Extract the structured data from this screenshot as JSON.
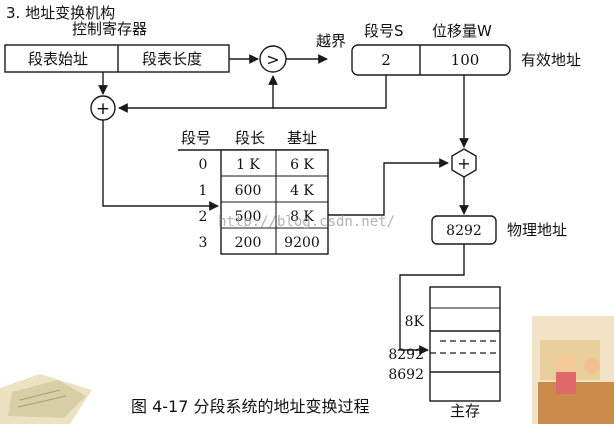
{
  "header": {
    "section_title": "3. 地址变换机构",
    "control_register": "控制寄存器"
  },
  "register": {
    "seg_table_start": "段表始址",
    "seg_table_length": "段表长度"
  },
  "comparator": {
    "symbol": ">"
  },
  "adder": {
    "symbol": "+"
  },
  "overflow_label": "越界",
  "logical_address": {
    "seg_header": "段号S",
    "offset_header": "位移量W",
    "seg_value": "2",
    "offset_value": "100",
    "label": "有效地址"
  },
  "segment_table": {
    "headers": [
      "段号",
      "段长",
      "基址"
    ],
    "rows": [
      {
        "seg": "0",
        "length": "1 K",
        "base": "6 K"
      },
      {
        "seg": "1",
        "length": "600",
        "base": "4 K"
      },
      {
        "seg": "2",
        "length": "500",
        "base": "8 K"
      },
      {
        "seg": "3",
        "length": "200",
        "base": "9200"
      }
    ]
  },
  "physical_address": {
    "value": "8292",
    "label": "物理地址"
  },
  "memory": {
    "marks": [
      "8K",
      "8292",
      "8692"
    ],
    "label": "主存"
  },
  "watermark": "http://blog.csdn.net/",
  "caption": "图 4-17  分段系统的地址变换过程",
  "colors": {
    "line": "#1a1a1a",
    "decor_paper": "#e8dcb4",
    "decor_wood": "#c98a4a"
  }
}
